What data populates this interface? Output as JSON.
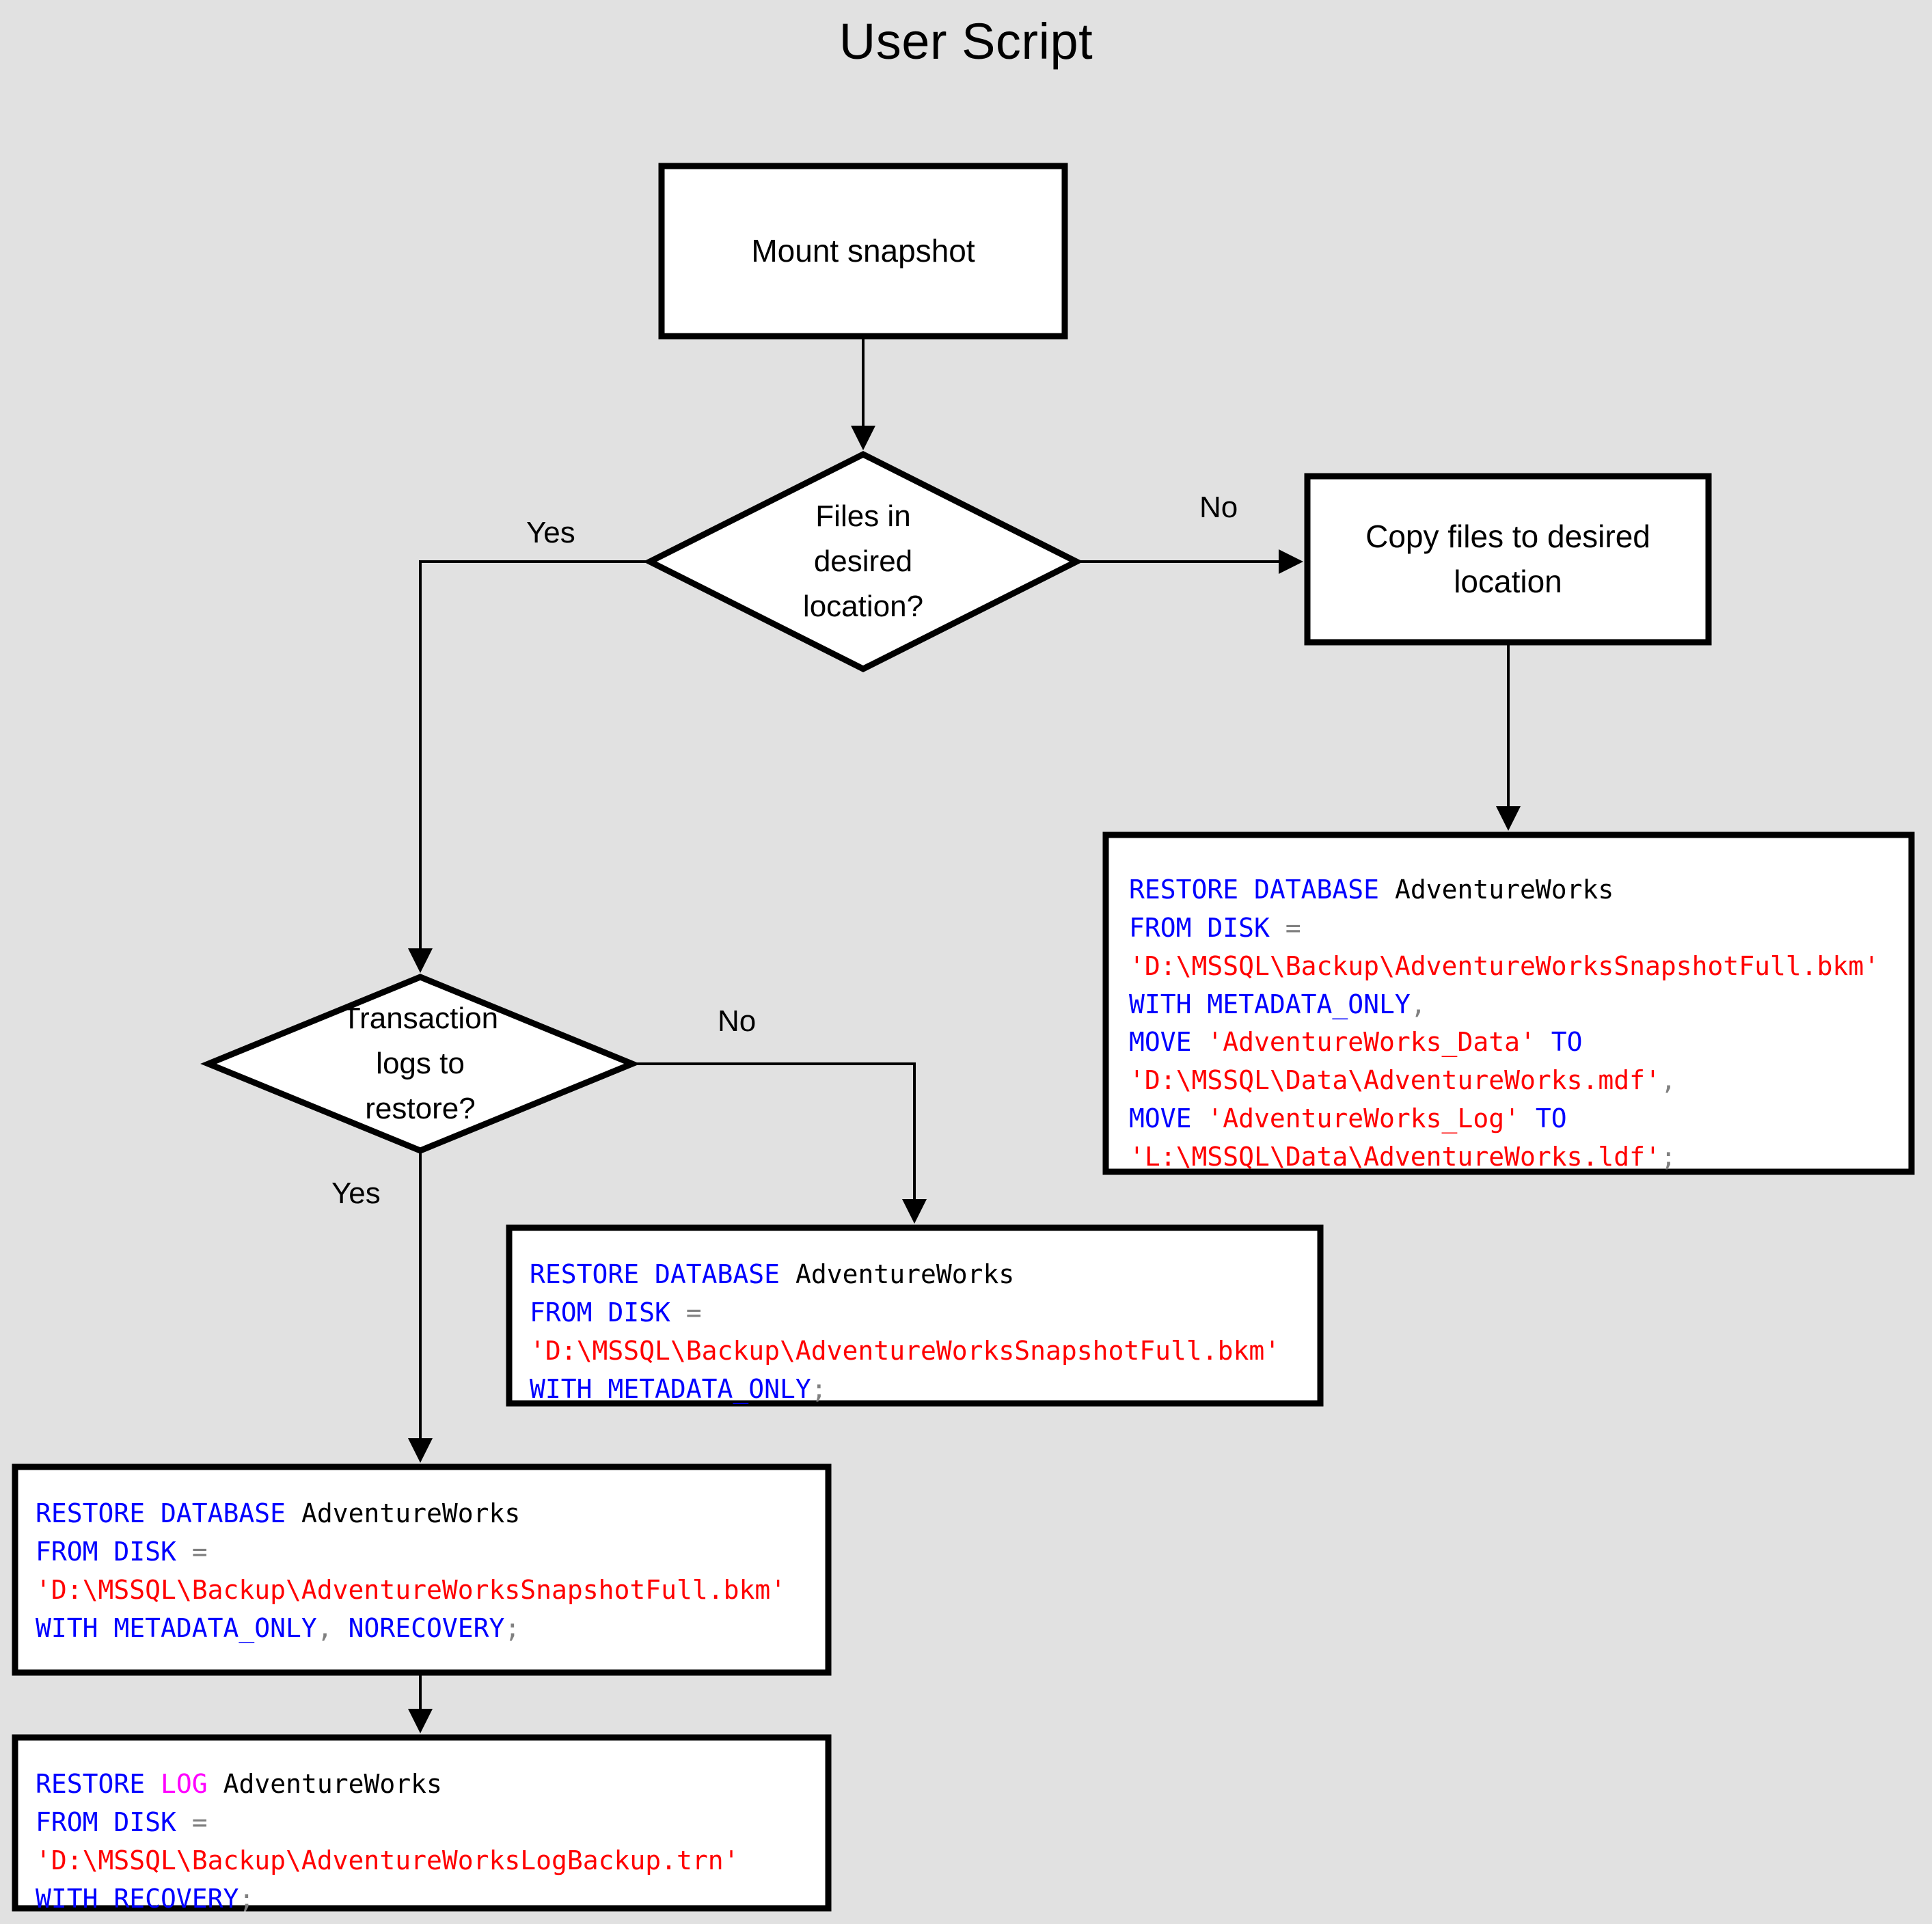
{
  "diagram": {
    "title": "User Script",
    "background_color": "#e1e1e1",
    "shape_fill": "#ffffff",
    "shape_stroke": "#000000"
  },
  "nodes": {
    "mount": {
      "label": "Mount snapshot",
      "shape": "process"
    },
    "files_decision": {
      "label": "Files in\ndesired\nlocation?",
      "shape": "decision"
    },
    "copy_files": {
      "label": "Copy files to desired\nlocation",
      "shape": "process"
    },
    "logs_decision": {
      "label": "Transaction\nlogs to\nrestore?",
      "shape": "decision"
    }
  },
  "edge_labels": {
    "files_yes": "Yes",
    "files_no": "No",
    "logs_no": "No",
    "logs_yes": "Yes"
  },
  "syntax_colors": {
    "keyword": "#0000ff",
    "keyword_alt": "#ff00ff",
    "string": "#ff0000",
    "identifier": "#000000",
    "operator": "#808080"
  },
  "code_blocks": {
    "restore_with_move": {
      "lines": [
        [
          {
            "t": "RESTORE DATABASE ",
            "c": "kw"
          },
          {
            "t": "AdventureWorks",
            "c": "id"
          }
        ],
        [
          {
            "t": "FROM DISK ",
            "c": "kw"
          },
          {
            "t": "=",
            "c": "op"
          }
        ],
        [
          {
            "t": "'D:\\MSSQL\\Backup\\AdventureWorksSnapshotFull.bkm'",
            "c": "str"
          }
        ],
        [
          {
            "t": "WITH METADATA_ONLY",
            "c": "kw"
          },
          {
            "t": ",",
            "c": "op"
          }
        ],
        [
          {
            "t": "MOVE ",
            "c": "kw"
          },
          {
            "t": "'AdventureWorks_Data'",
            "c": "str"
          },
          {
            "t": " TO",
            "c": "kw"
          }
        ],
        [
          {
            "t": "'D:\\MSSQL\\Data\\AdventureWorks.mdf'",
            "c": "str"
          },
          {
            "t": ",",
            "c": "op"
          }
        ],
        [
          {
            "t": "MOVE ",
            "c": "kw"
          },
          {
            "t": "'AdventureWorks_Log'",
            "c": "str"
          },
          {
            "t": " TO",
            "c": "kw"
          }
        ],
        [
          {
            "t": "'L:\\MSSQL\\Data\\AdventureWorks.ldf'",
            "c": "str"
          },
          {
            "t": ";",
            "c": "op"
          }
        ]
      ]
    },
    "restore_metadata_only": {
      "lines": [
        [
          {
            "t": "RESTORE DATABASE ",
            "c": "kw"
          },
          {
            "t": "AdventureWorks",
            "c": "id"
          }
        ],
        [
          {
            "t": "FROM DISK ",
            "c": "kw"
          },
          {
            "t": "=",
            "c": "op"
          }
        ],
        [
          {
            "t": "'D:\\MSSQL\\Backup\\AdventureWorksSnapshotFull.bkm'",
            "c": "str"
          }
        ],
        [
          {
            "t": "WITH METADATA_ONLY",
            "c": "kw"
          },
          {
            "t": ";",
            "c": "op"
          }
        ]
      ]
    },
    "restore_norecovery": {
      "lines": [
        [
          {
            "t": "RESTORE DATABASE ",
            "c": "kw"
          },
          {
            "t": "AdventureWorks",
            "c": "id"
          }
        ],
        [
          {
            "t": "FROM DISK ",
            "c": "kw"
          },
          {
            "t": "=",
            "c": "op"
          }
        ],
        [
          {
            "t": "'D:\\MSSQL\\Backup\\AdventureWorksSnapshotFull.bkm'",
            "c": "str"
          }
        ],
        [
          {
            "t": "WITH METADATA_ONLY",
            "c": "kw"
          },
          {
            "t": ", ",
            "c": "op"
          },
          {
            "t": "NORECOVERY",
            "c": "kw"
          },
          {
            "t": ";",
            "c": "op"
          }
        ]
      ]
    },
    "restore_log": {
      "lines": [
        [
          {
            "t": "RESTORE ",
            "c": "kw"
          },
          {
            "t": "LOG",
            "c": "kwm"
          },
          {
            "t": " ",
            "c": "kw"
          },
          {
            "t": "AdventureWorks",
            "c": "id"
          }
        ],
        [
          {
            "t": "FROM DISK ",
            "c": "kw"
          },
          {
            "t": "=",
            "c": "op"
          }
        ],
        [
          {
            "t": "'D:\\MSSQL\\Backup\\AdventureWorksLogBackup.trn'",
            "c": "str"
          }
        ],
        [
          {
            "t": "WITH RECOVERY",
            "c": "kw"
          },
          {
            "t": ";",
            "c": "op"
          }
        ]
      ]
    }
  }
}
